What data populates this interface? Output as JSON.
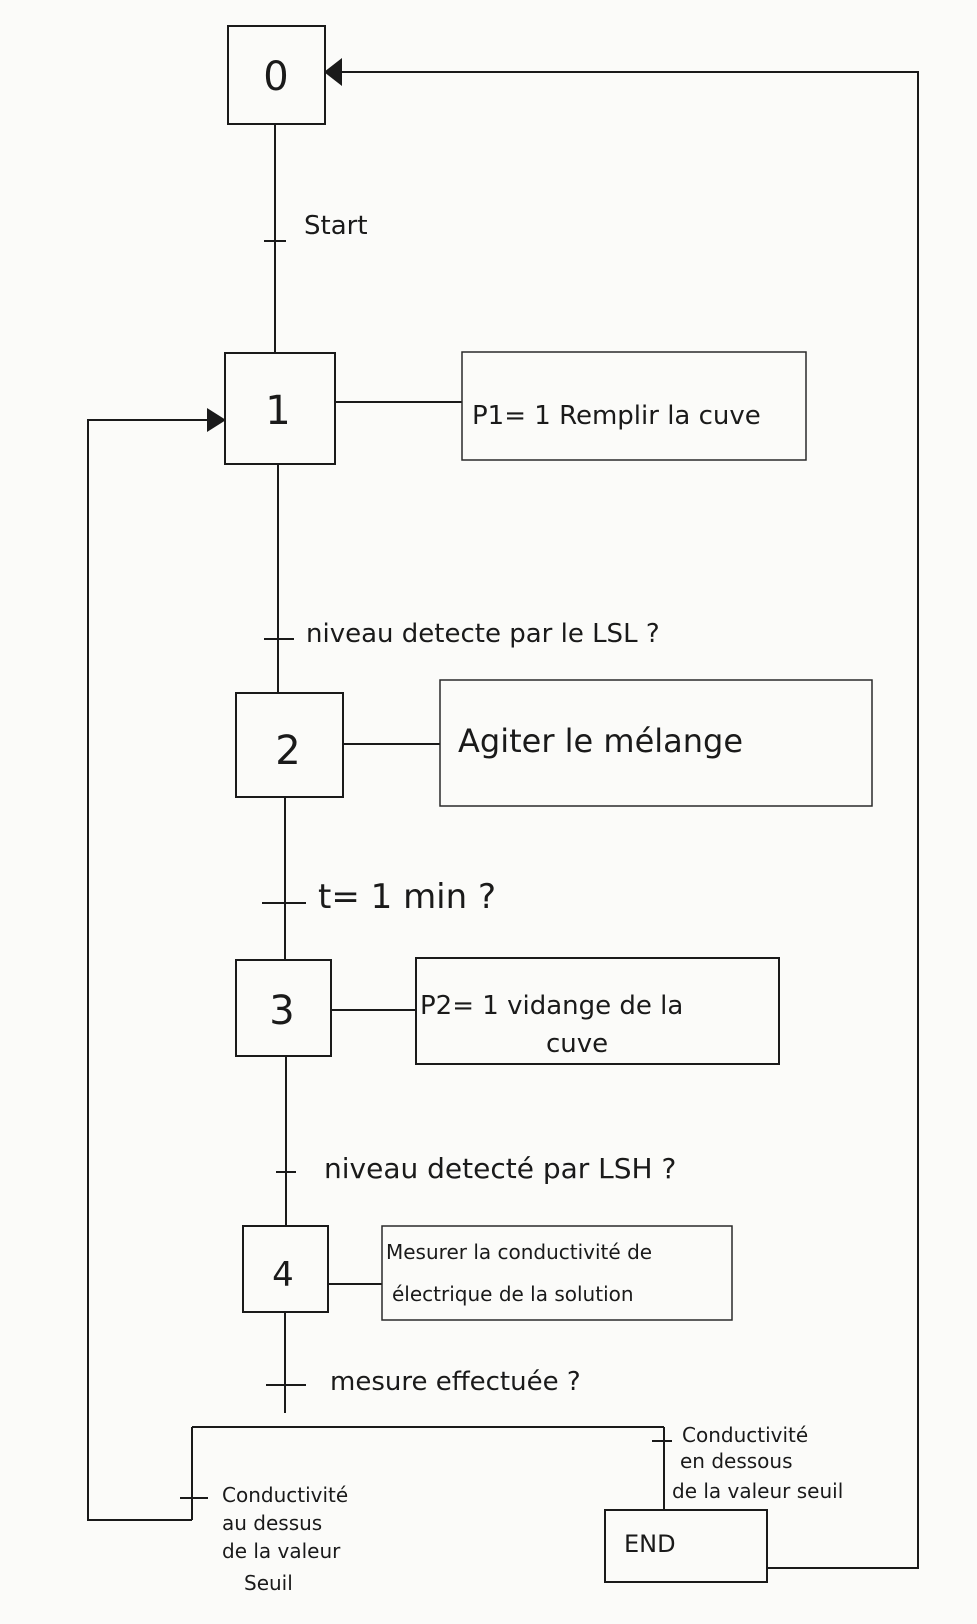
{
  "steps": [
    {
      "id": "0",
      "label": "0"
    },
    {
      "id": "1",
      "label": "1"
    },
    {
      "id": "2",
      "label": "2"
    },
    {
      "id": "3",
      "label": "3"
    },
    {
      "id": "4",
      "label": "4"
    },
    {
      "id": "end",
      "label": "END"
    }
  ],
  "actions": {
    "step1": "P1= 1   Remplir la cuve",
    "step2": "Agiter  le  mélange",
    "step3_line1": "P2= 1  vidange  de  la",
    "step3_line2": "cuve",
    "step4_line1": "Mesurer  la  conductivité  de",
    "step4_line2": "électrique  de  la  solution"
  },
  "transitions": {
    "t0": "Start",
    "t1": "niveau  detecte  par  le  LSL ?",
    "t2": "t= 1 min ?",
    "t3": "niveau  detecté  par  LSH ?",
    "t4": "mesure  effectuée ?",
    "t_left_1": "Conductivité",
    "t_left_2": "au  dessus",
    "t_left_3": "de  la  valeur",
    "t_left_4": "Seuil",
    "t_right_1": "Conductivité",
    "t_right_2": "en  dessous",
    "t_right_3": "de la valeur seuil"
  }
}
